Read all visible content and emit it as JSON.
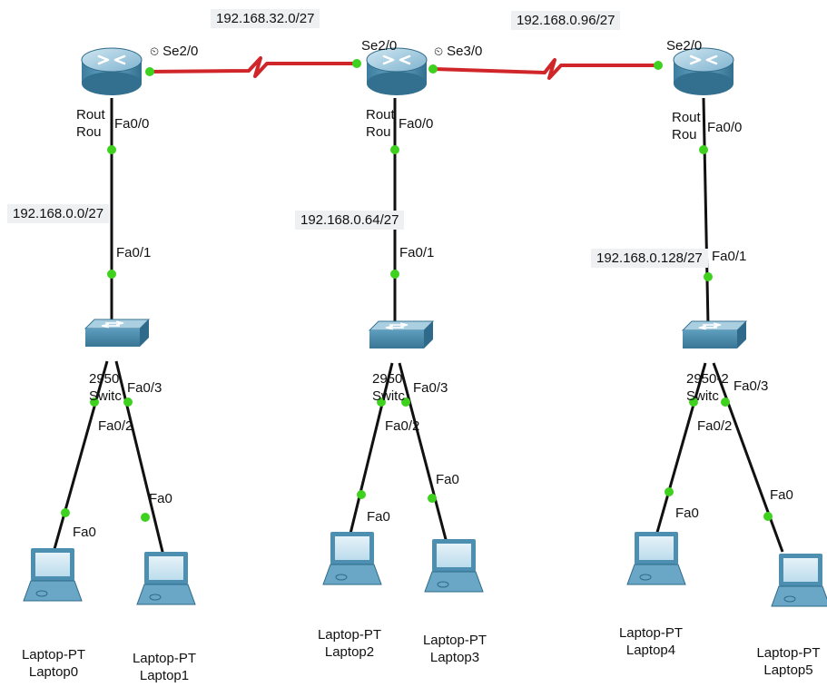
{
  "networks": {
    "wan1": "192.168.32.0/27",
    "wan2": "192.168.0.96/27",
    "lan0": "192.168.0.0/27",
    "lan1": "192.168.0.64/27",
    "lan2": "192.168.0.128/27"
  },
  "clock_icon": "⏲",
  "routers": [
    {
      "icon": "router-icon",
      "label_top": "Rout",
      "label_bottom": "Rou",
      "fa": "Fa0/0",
      "se_left": "Se2/0",
      "se_right": ""
    },
    {
      "icon": "router-icon",
      "label_top": "Rout",
      "label_bottom": "Rou",
      "fa": "Fa0/0",
      "se_left": "Se2/0",
      "se_right": "Se3/0"
    },
    {
      "icon": "router-icon",
      "label_top": "Rout",
      "label_bottom": "Rou",
      "fa": "Fa0/0",
      "se_left": "Se2/0",
      "se_right": ""
    }
  ],
  "switches": [
    {
      "icon": "switch-icon",
      "label_top": "2950",
      "label_bottom": "Switc",
      "fa_up": "Fa0/1",
      "fa_left": "Fa0/2",
      "fa_right": "Fa0/3"
    },
    {
      "icon": "switch-icon",
      "label_top": "2950",
      "label_bottom": "Switc",
      "fa_up": "Fa0/1",
      "fa_left": "Fa0/2",
      "fa_right": "Fa0/3"
    },
    {
      "icon": "switch-icon",
      "label_top": "2950-2",
      "label_bottom": "Switc",
      "fa_up": "Fa0/1",
      "fa_left": "Fa0/2",
      "fa_right": "Fa0/3"
    }
  ],
  "laptops": [
    {
      "icon": "laptop-icon",
      "model": "Laptop-PT",
      "name": "Laptop0",
      "port": "Fa0"
    },
    {
      "icon": "laptop-icon",
      "model": "Laptop-PT",
      "name": "Laptop1",
      "port": "Fa0"
    },
    {
      "icon": "laptop-icon",
      "model": "Laptop-PT",
      "name": "Laptop2",
      "port": "Fa0"
    },
    {
      "icon": "laptop-icon",
      "model": "Laptop-PT",
      "name": "Laptop3",
      "port": "Fa0"
    },
    {
      "icon": "laptop-icon",
      "model": "Laptop-PT",
      "name": "Laptop4",
      "port": "Fa0"
    },
    {
      "icon": "laptop-icon",
      "model": "Laptop-PT",
      "name": "Laptop5",
      "port": "Fa0"
    }
  ],
  "colors": {
    "serial_link": "#d0262a",
    "ethernet_link": "#111111",
    "port_light": "#3ed11e",
    "device_blue": "#4d8fb0",
    "device_light": "#a9cfe0"
  }
}
